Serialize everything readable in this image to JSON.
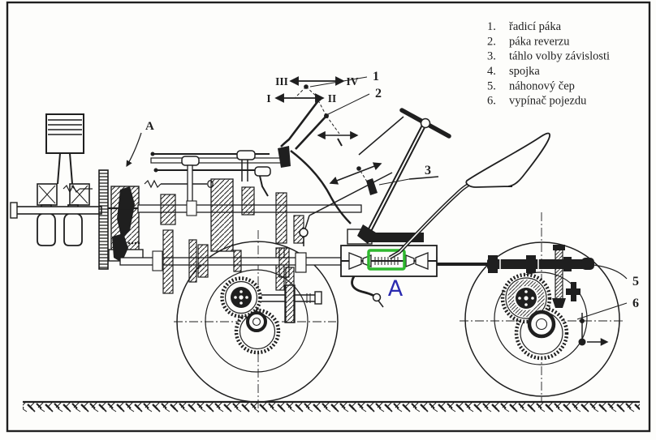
{
  "legend": {
    "items": [
      {
        "num": "1.",
        "label": "řadicí páka"
      },
      {
        "num": "2.",
        "label": "páka reverzu"
      },
      {
        "num": "3.",
        "label": "táhlo volby závislosti"
      },
      {
        "num": "4.",
        "label": "spojka"
      },
      {
        "num": "5.",
        "label": "náhonový čep"
      },
      {
        "num": "6.",
        "label": "vypínač pojezdu"
      }
    ]
  },
  "shift_pattern": {
    "top_left": "III",
    "top_right": "IV",
    "bottom_left": "I",
    "bottom_right": "II"
  },
  "callouts": {
    "c1": "1",
    "c2": "2",
    "c3": "3",
    "c5": "5",
    "c6": "6"
  },
  "figure": {
    "detail_label": "A",
    "section_label": "A"
  },
  "colors": {
    "ink": "#1f1f1f",
    "paper": "#fdfdfb",
    "highlight_green": "#2eb82e",
    "label_blue": "#2b2bb0"
  }
}
